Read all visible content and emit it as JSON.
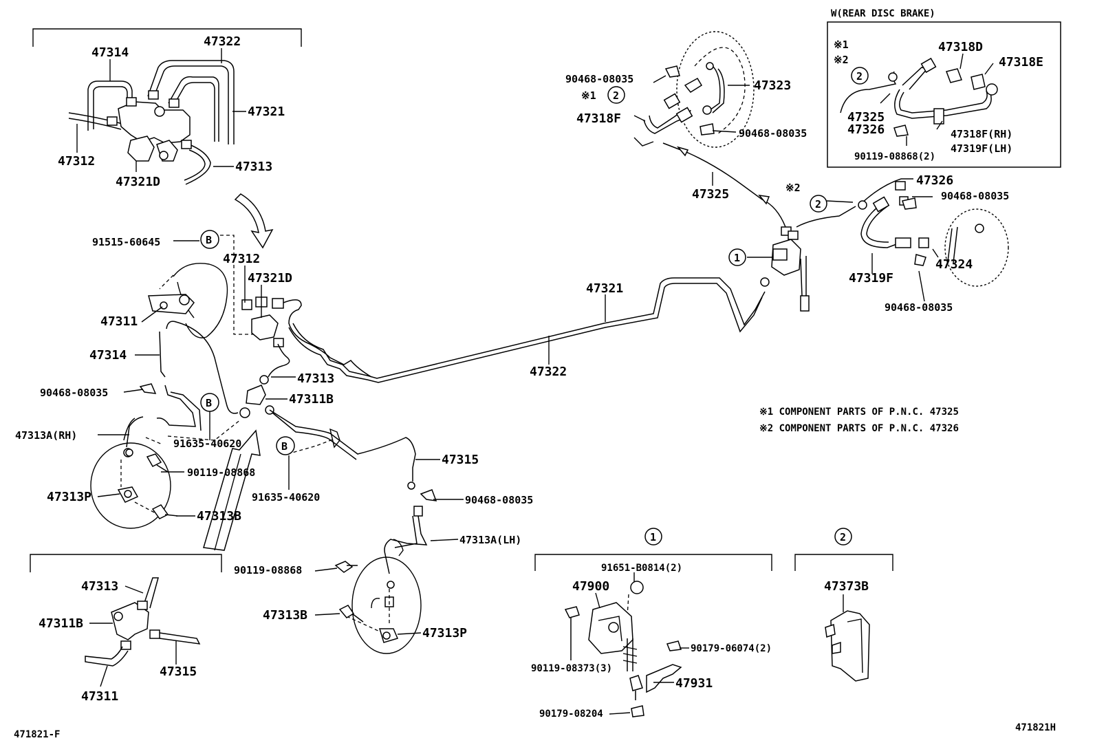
{
  "diagram": {
    "top_left_labels": {
      "p47314": "47314",
      "p47322": "47322",
      "p47321": "47321",
      "p47312": "47312",
      "p47321D": "47321D",
      "p47313": "47313"
    },
    "main_labels": {
      "b91515": "91515-60645",
      "p47312": "47312",
      "p47321D": "47321D",
      "p47311": "47311",
      "p47314": "47314",
      "p47313": "47313",
      "p47311B": "47311B",
      "c90468a": "90468-08035",
      "p47313A_RH": "47313A(RH)",
      "b91635a": "91635-40620",
      "b90119a": "90119-08868",
      "p47313P": "47313P",
      "p47313B": "47313B",
      "b91635b": "91635-40620",
      "p47315": "47315",
      "c90468b": "90468-08035",
      "p47313A_LH": "47313A(LH)",
      "b90119b": "90119-08868",
      "p47313B2": "47313B",
      "p47313P2": "47313P",
      "p47321": "47321",
      "p47322": "47322"
    },
    "bottom_left_labels": {
      "p47313": "47313",
      "p47311B": "47311B",
      "p47311": "47311",
      "p47315": "47315"
    },
    "rear_labels": {
      "c90468a": "90468-08035",
      "mark1": "※1",
      "p47318F": "47318F",
      "p47323": "47323",
      "c90468b": "90468-08035",
      "p47325": "47325",
      "mark2": "※2",
      "p47326": "47326",
      "c90468c": "90468-08035",
      "p47319F": "47319F",
      "p47324": "47324",
      "c90468d": "90468-08035"
    },
    "inset": {
      "title": "W(REAR DISC BRAKE)",
      "mark1": "※1",
      "mark2": "※2",
      "p47318D": "47318D",
      "p47318E": "47318E",
      "p47325": "47325",
      "p47326": "47326",
      "p47318F_RH": "47318F(RH)",
      "p47319F_LH": "47319F(LH)",
      "b90119": "90119-08868(2)"
    },
    "notes": [
      "※1 COMPONENT PARTS OF P.N.C. 47325",
      "※2 COMPONENT PARTS OF P.N.C. 47326"
    ],
    "group1": {
      "marker": "1",
      "b91651": "91651-B0814(2)",
      "p47900": "47900",
      "b90119": "90119-08373(3)",
      "b90179a": "90179-06074(2)",
      "p47931": "47931",
      "b90179b": "90179-08204"
    },
    "group2": {
      "marker": "2",
      "p47373B": "47373B"
    },
    "callouts": {
      "B": "B",
      "one": "1",
      "two": "2"
    },
    "footer": {
      "left_code": "471821-F",
      "right_code": "471821H"
    }
  }
}
